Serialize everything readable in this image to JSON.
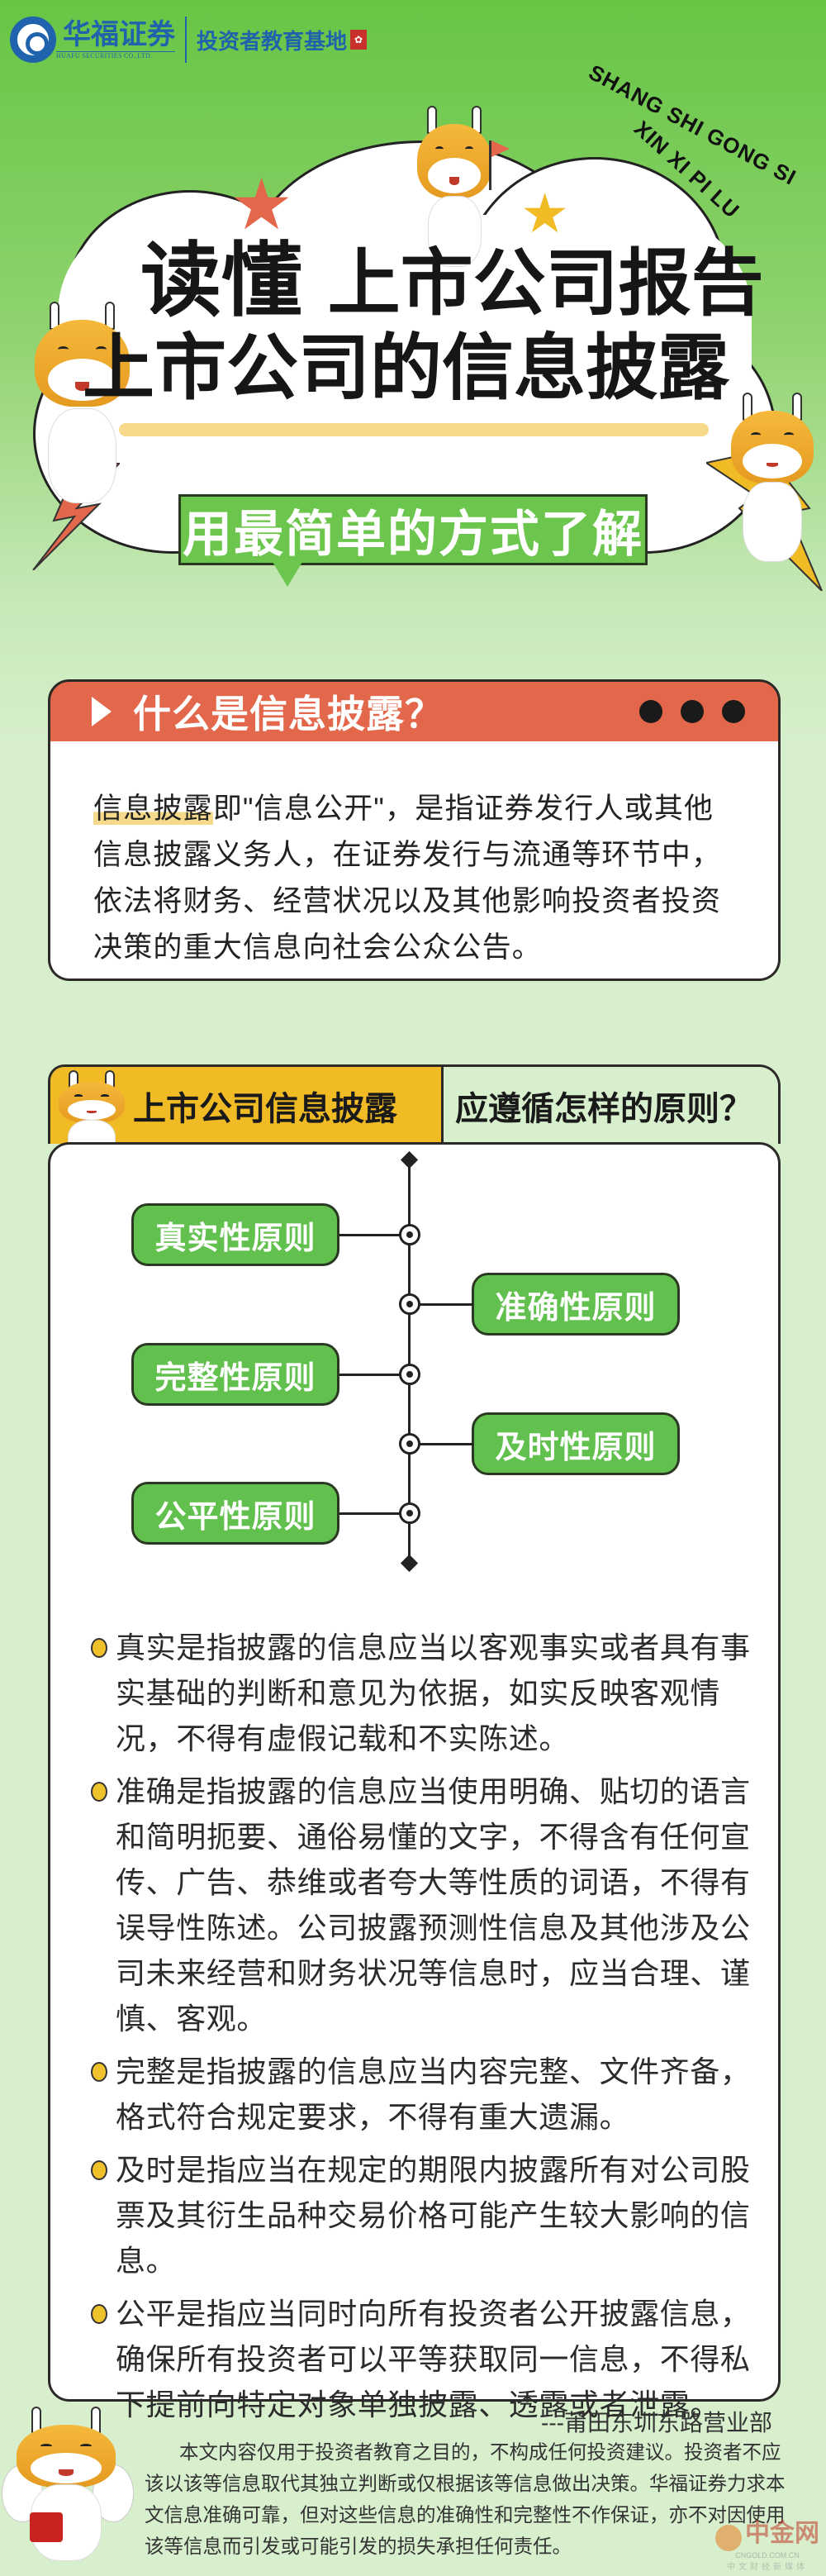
{
  "logo": {
    "name_cn": "华福证券",
    "name_en": "HUAFU SECURITIES CO.,LTD.",
    "edu_base": "投资者教育基地"
  },
  "pinyin": {
    "line1": "SHANG SHI GONG SI",
    "line2": "XIN XI PI LU"
  },
  "hero": {
    "title_prefix": "读懂",
    "title_line1": "上市公司报告",
    "title_line2": "上市公司的信息披露",
    "banner": "用最简单的方式了解"
  },
  "section1": {
    "title": "什么是信息披露？",
    "highlight": "信息披露",
    "first_line_rest": "即\"信息公开\"，是指证券发行人或其他",
    "lines": [
      "信息披露义务人，在证券发行与流通等环节中，",
      "依法将财务、经营状况以及其他影响投资者投资",
      "决策的重大信息向社会公众公告。"
    ]
  },
  "section2": {
    "title_left": "上市公司信息披露",
    "title_right": "应遵循怎样的原则？",
    "principles": [
      "真实性原则",
      "准确性原则",
      "完整性原则",
      "及时性原则",
      "公平性原则"
    ],
    "bullets": [
      {
        "lines": [
          "真实是指披露的信息应当以客观事实或者具有事",
          "实基础的判断和意见为依据，如实反映客观情",
          "况，不得有虚假记载和不实陈述。"
        ]
      },
      {
        "lines": [
          "准确是指披露的信息应当使用明确、贴切的语言",
          "和简明扼要、通俗易懂的文字，不得含有任何宣",
          "传、广告、恭维或者夸大等性质的词语，不得有",
          "误导性陈述。公司披露预测性信息及其他涉及公",
          "司未来经营和财务状况等信息时，应当合理、谨",
          "慎、客观。"
        ]
      },
      {
        "lines": [
          "完整是指披露的信息应当内容完整、文件齐备，",
          "格式符合规定要求，不得有重大遗漏。"
        ]
      },
      {
        "lines": [
          "及时是指应当在规定的期限内披露所有对公司股",
          "票及其衍生品种交易价格可能产生较大影响的信",
          "息。"
        ]
      },
      {
        "lines": [
          "公平是指应当同时向所有投资者公开披露信息，",
          "确保所有投资者可以平等获取同一信息，不得私",
          "下提前向特定对象单独披露、透露或者泄露。"
        ]
      }
    ]
  },
  "footer": {
    "signature": "---莆田东圳东路营业部",
    "disclaimer": [
      "本文内容仅用于投资者教育之目的，不构成任何投资建议。投资者不应",
      "该以该等信息取代其独立判断或仅根据该等信息做出决策。华福证券力求本",
      "文信息准确可靠，但对这些信息的准确性和完整性不作保证，亦不对因使用",
      "该等信息而引发或可能引发的损失承担任何责任。"
    ]
  },
  "watermark": {
    "name": "中金网",
    "domain": "CNGOLD.COM.CN",
    "tagline": "中文财经新媒体"
  },
  "colors": {
    "green": "#62c04e",
    "orange_red": "#e3674a",
    "yellow": "#f0bb24",
    "bg_light": "#d7efcd"
  }
}
